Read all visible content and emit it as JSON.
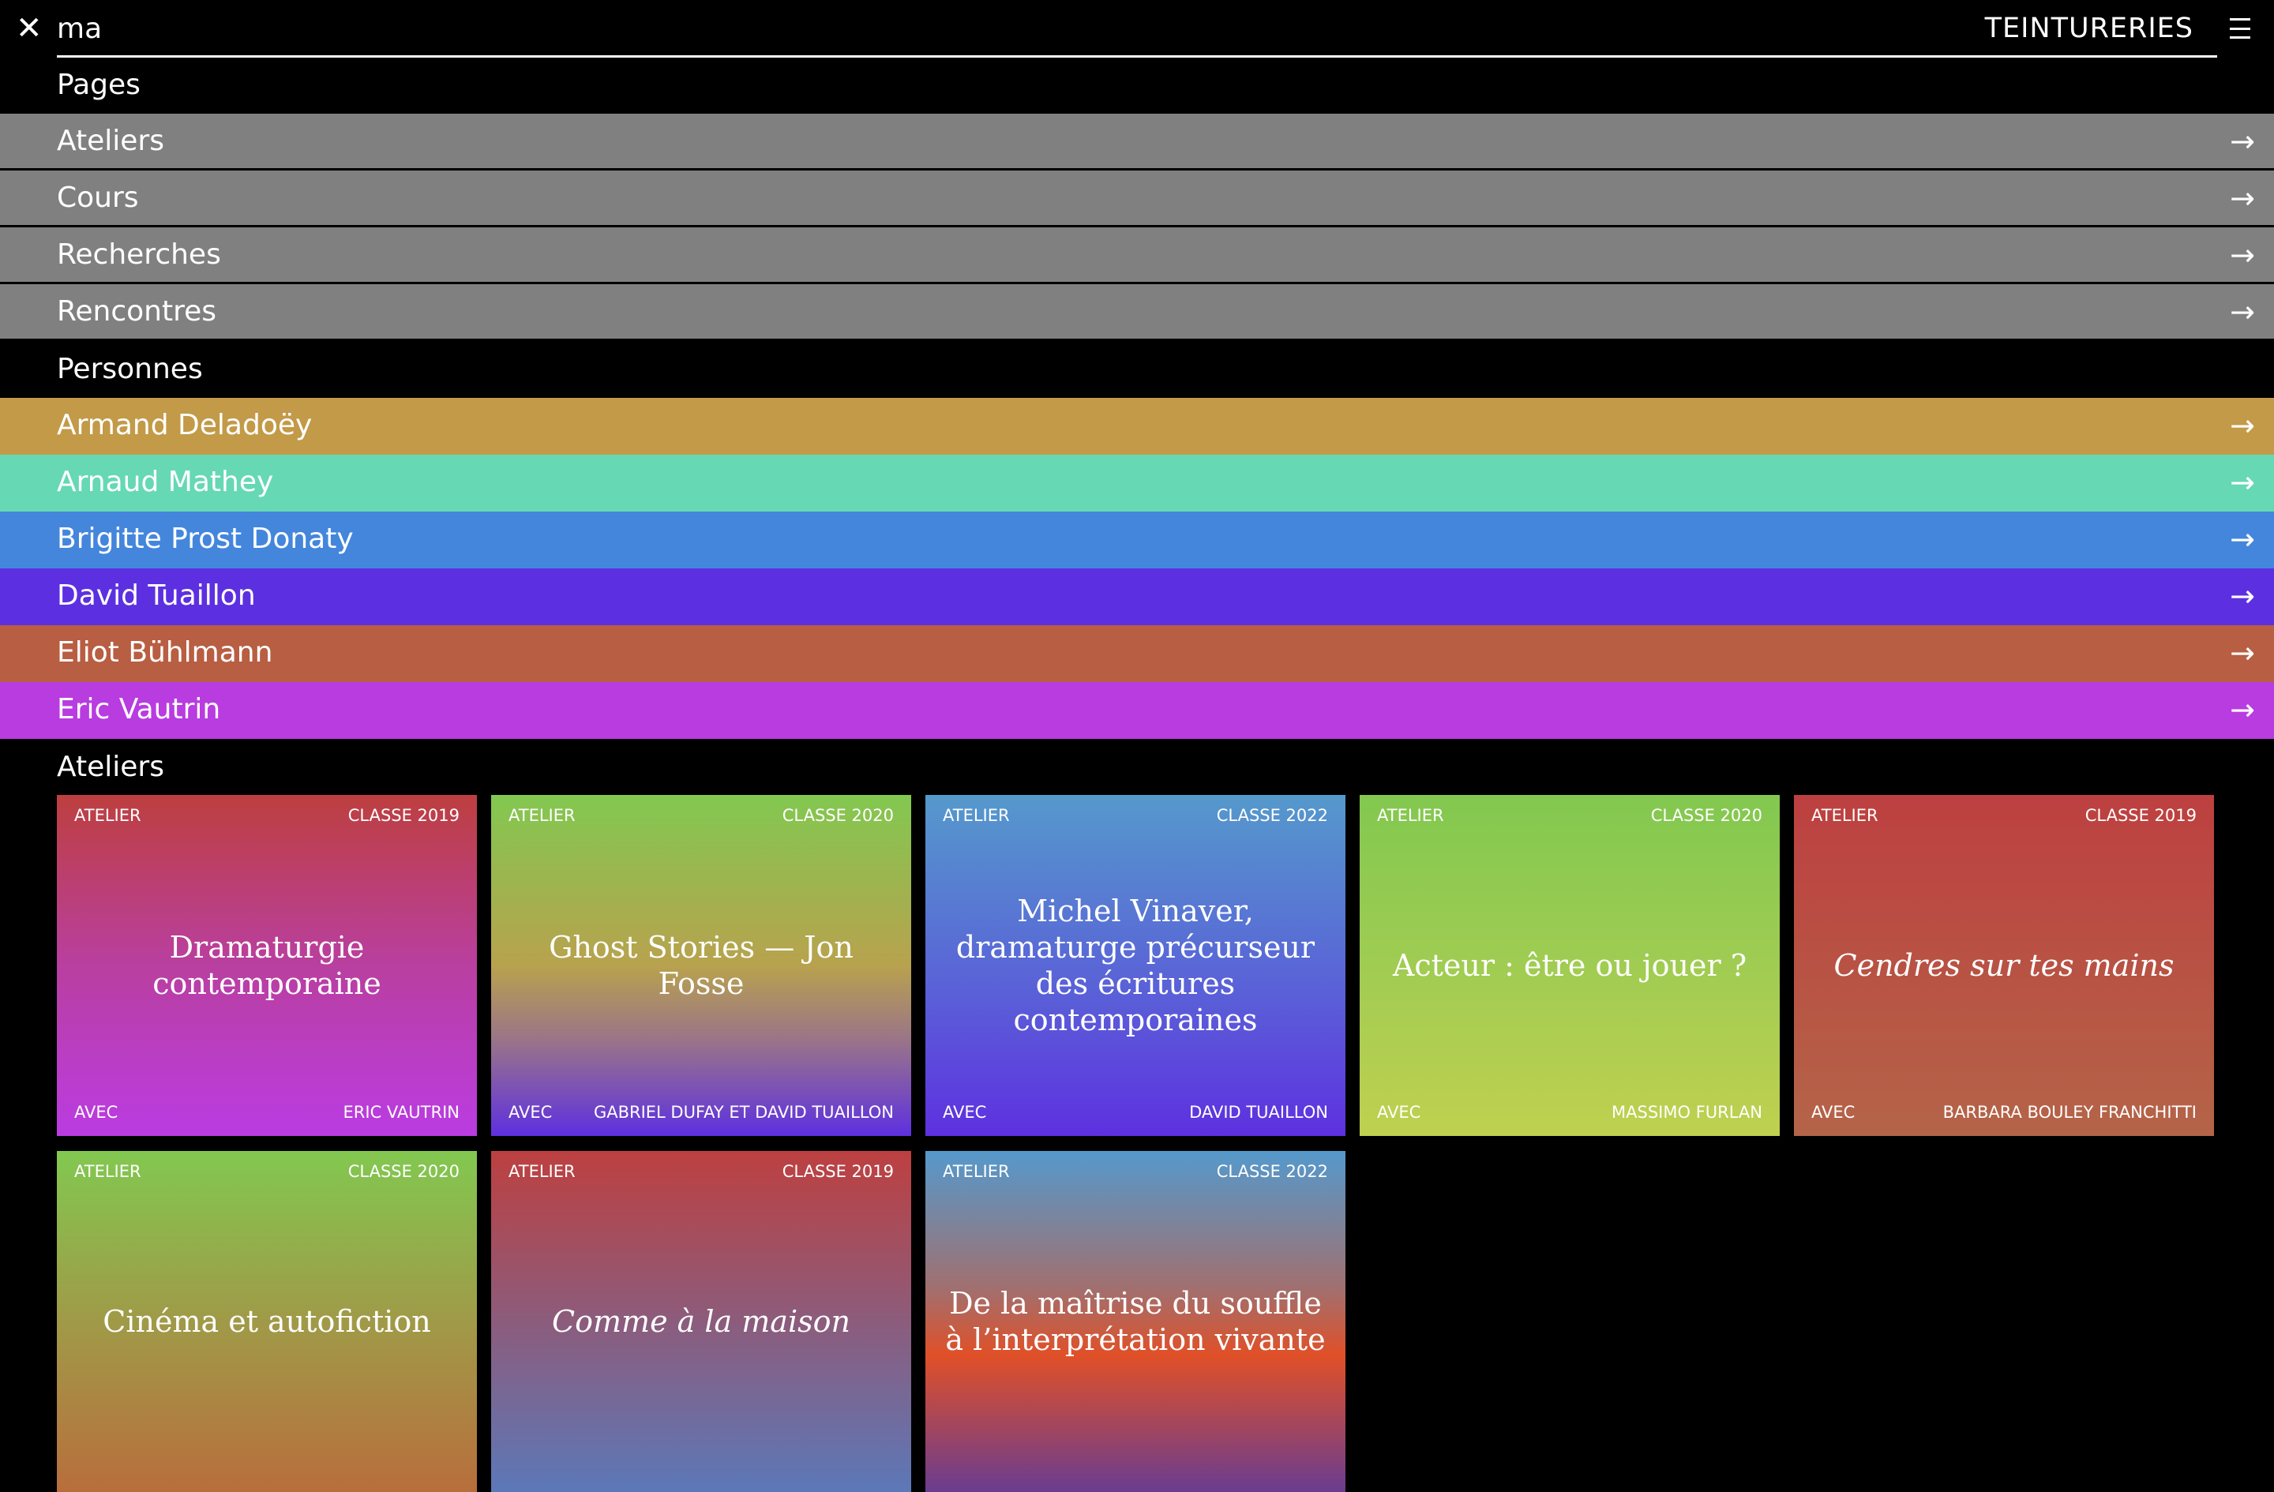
{
  "header": {
    "search_value": "ma",
    "brand": "TEINTURERIES"
  },
  "sections": {
    "pages": "Pages",
    "personnes": "Personnes",
    "ateliers": "Ateliers"
  },
  "pages": [
    {
      "label": "Ateliers"
    },
    {
      "label": "Cours"
    },
    {
      "label": "Recherches"
    },
    {
      "label": "Rencontres"
    }
  ],
  "persons": [
    {
      "label": "Armand Deladoëy",
      "color": "#c29a48"
    },
    {
      "label": "Arnaud Mathey",
      "color": "#66d8b4"
    },
    {
      "label": "Brigitte Prost Donaty",
      "color": "#4486dc"
    },
    {
      "label": "David Tuaillon",
      "color": "#5c30e0"
    },
    {
      "label": "Eliot Bühlmann",
      "color": "#b85e42"
    },
    {
      "label": "Eric Vautrin",
      "color": "#b83ce0"
    }
  ],
  "ateliers": [
    {
      "type": "ATELIER",
      "classe": "CLASSE 2019",
      "title": "Dramaturgie contemporaine",
      "avec": "AVEC",
      "people": "ERIC VAUTRIN"
    },
    {
      "type": "ATELIER",
      "classe": "CLASSE 2020",
      "title": "Ghost Stories — Jon Fosse",
      "avec": "AVEC",
      "people": "GABRIEL DUFAY ET DAVID TUAILLON"
    },
    {
      "type": "ATELIER",
      "classe": "CLASSE 2022",
      "title": "Michel Vinaver, dramaturge précurseur des écritures contemporaines",
      "avec": "AVEC",
      "people": "DAVID TUAILLON"
    },
    {
      "type": "ATELIER",
      "classe": "CLASSE 2020",
      "title": "Acteur : être ou jouer ?",
      "avec": "AVEC",
      "people": "MASSIMO FURLAN"
    },
    {
      "type": "ATELIER",
      "classe": "CLASSE 2019",
      "title": "Cendres sur tes mains",
      "avec": "AVEC",
      "people": "BARBARA BOULEY FRANCHITTI"
    },
    {
      "type": "ATELIER",
      "classe": "CLASSE 2020",
      "title": "Cinéma et autofiction"
    },
    {
      "type": "ATELIER",
      "classe": "CLASSE 2019",
      "title": "Comme à la maison"
    },
    {
      "type": "ATELIER",
      "classe": "CLASSE 2022",
      "title": "De la maîtrise du souffle à l’interprétation vivante"
    }
  ]
}
